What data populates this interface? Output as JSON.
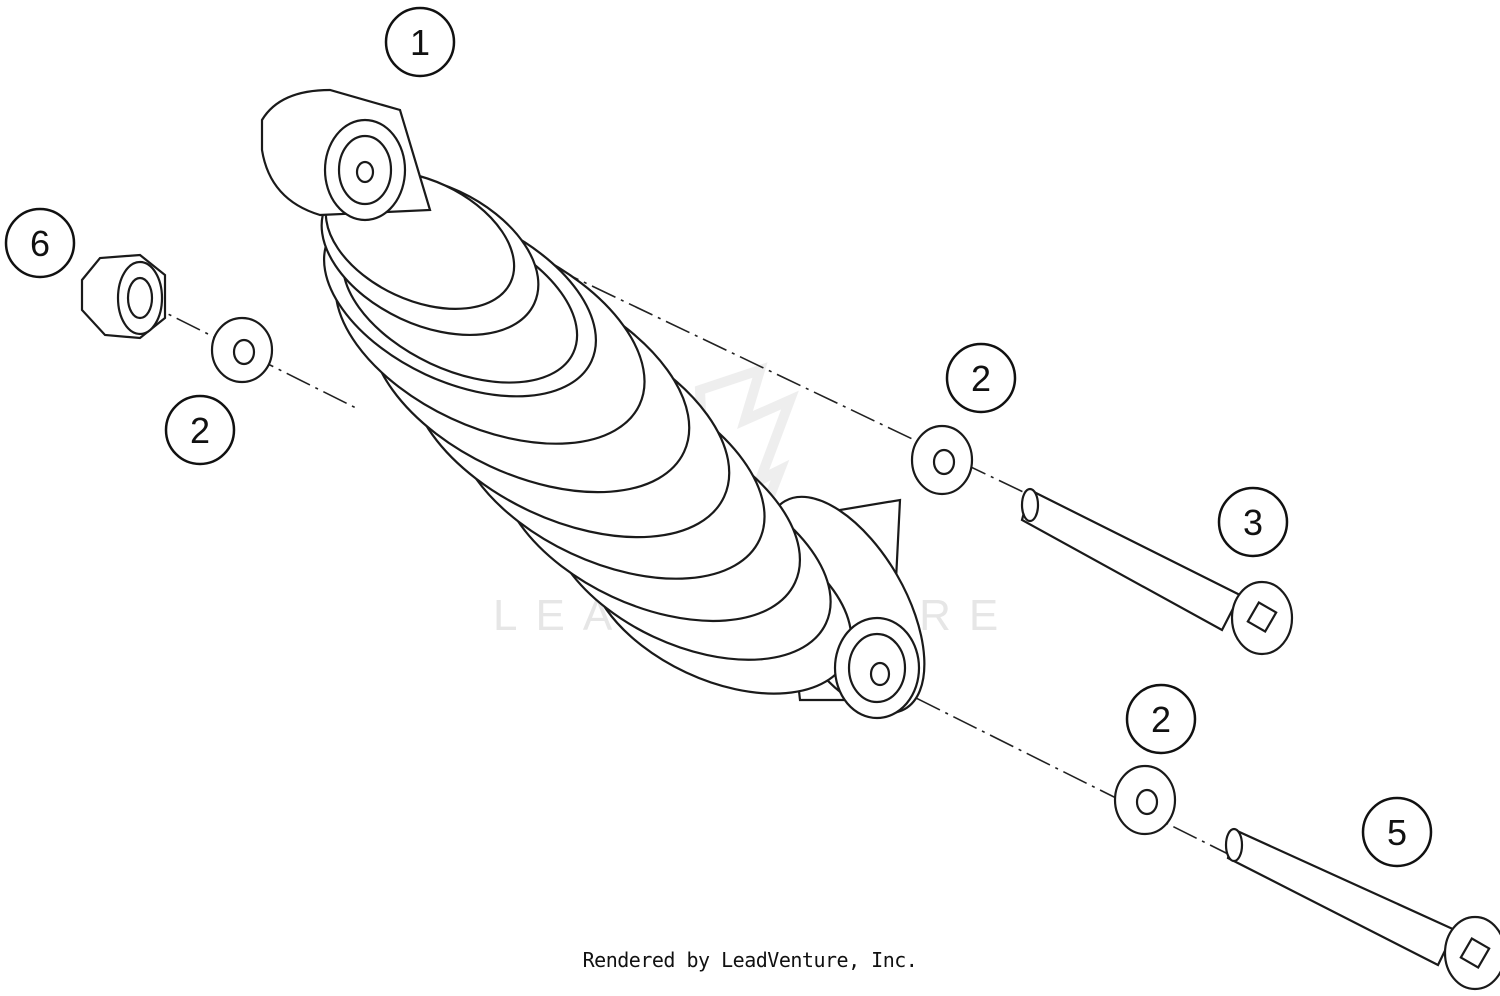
{
  "diagram": {
    "watermark": "LEADVENTURE",
    "credit": "Rendered by LeadVenture, Inc.",
    "callouts": [
      {
        "label": "1"
      },
      {
        "label": "6"
      },
      {
        "label": "2"
      },
      {
        "label": "2"
      },
      {
        "label": "3"
      },
      {
        "label": "2"
      },
      {
        "label": "5"
      }
    ]
  },
  "colors": {
    "line": "#1a1a1a",
    "watermark": "#e6e6e6",
    "background": "#ffffff"
  }
}
